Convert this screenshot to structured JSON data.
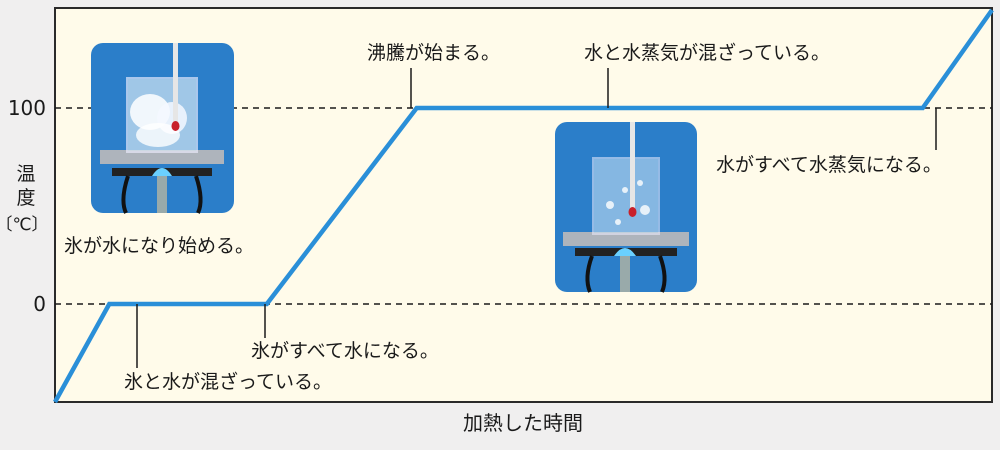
{
  "chart_data": {
    "type": "line",
    "title": "",
    "xlabel": "加熱した時間",
    "ylabel": [
      "温",
      "度",
      "〔℃〕"
    ],
    "y_ticks": [
      "100",
      "0"
    ],
    "grid": "dashed reference lines at 0 and 100",
    "series": [
      {
        "points": [
          {
            "t": 0,
            "y": -50
          },
          {
            "t": 29,
            "y": 0
          },
          {
            "t": 113,
            "y": 0
          },
          {
            "t": 193,
            "y": 100
          },
          {
            "t": 463,
            "y": 100
          },
          {
            "t": 500,
            "y": 150
          }
        ],
        "color": "#2a8fd8"
      }
    ],
    "annotations": [
      "氷が水になり始める。",
      "氷と水が混ざっている。",
      "氷がすべて水になる。",
      "沸騰が始まる。",
      "水と水蒸気が混ざっている。",
      "水がすべて水蒸気になる。"
    ]
  },
  "colors": {
    "background": "#f0efef",
    "plot_area": "#fffbea",
    "line": "#2a8fd8",
    "photo_bg": "#2b7ec9"
  }
}
